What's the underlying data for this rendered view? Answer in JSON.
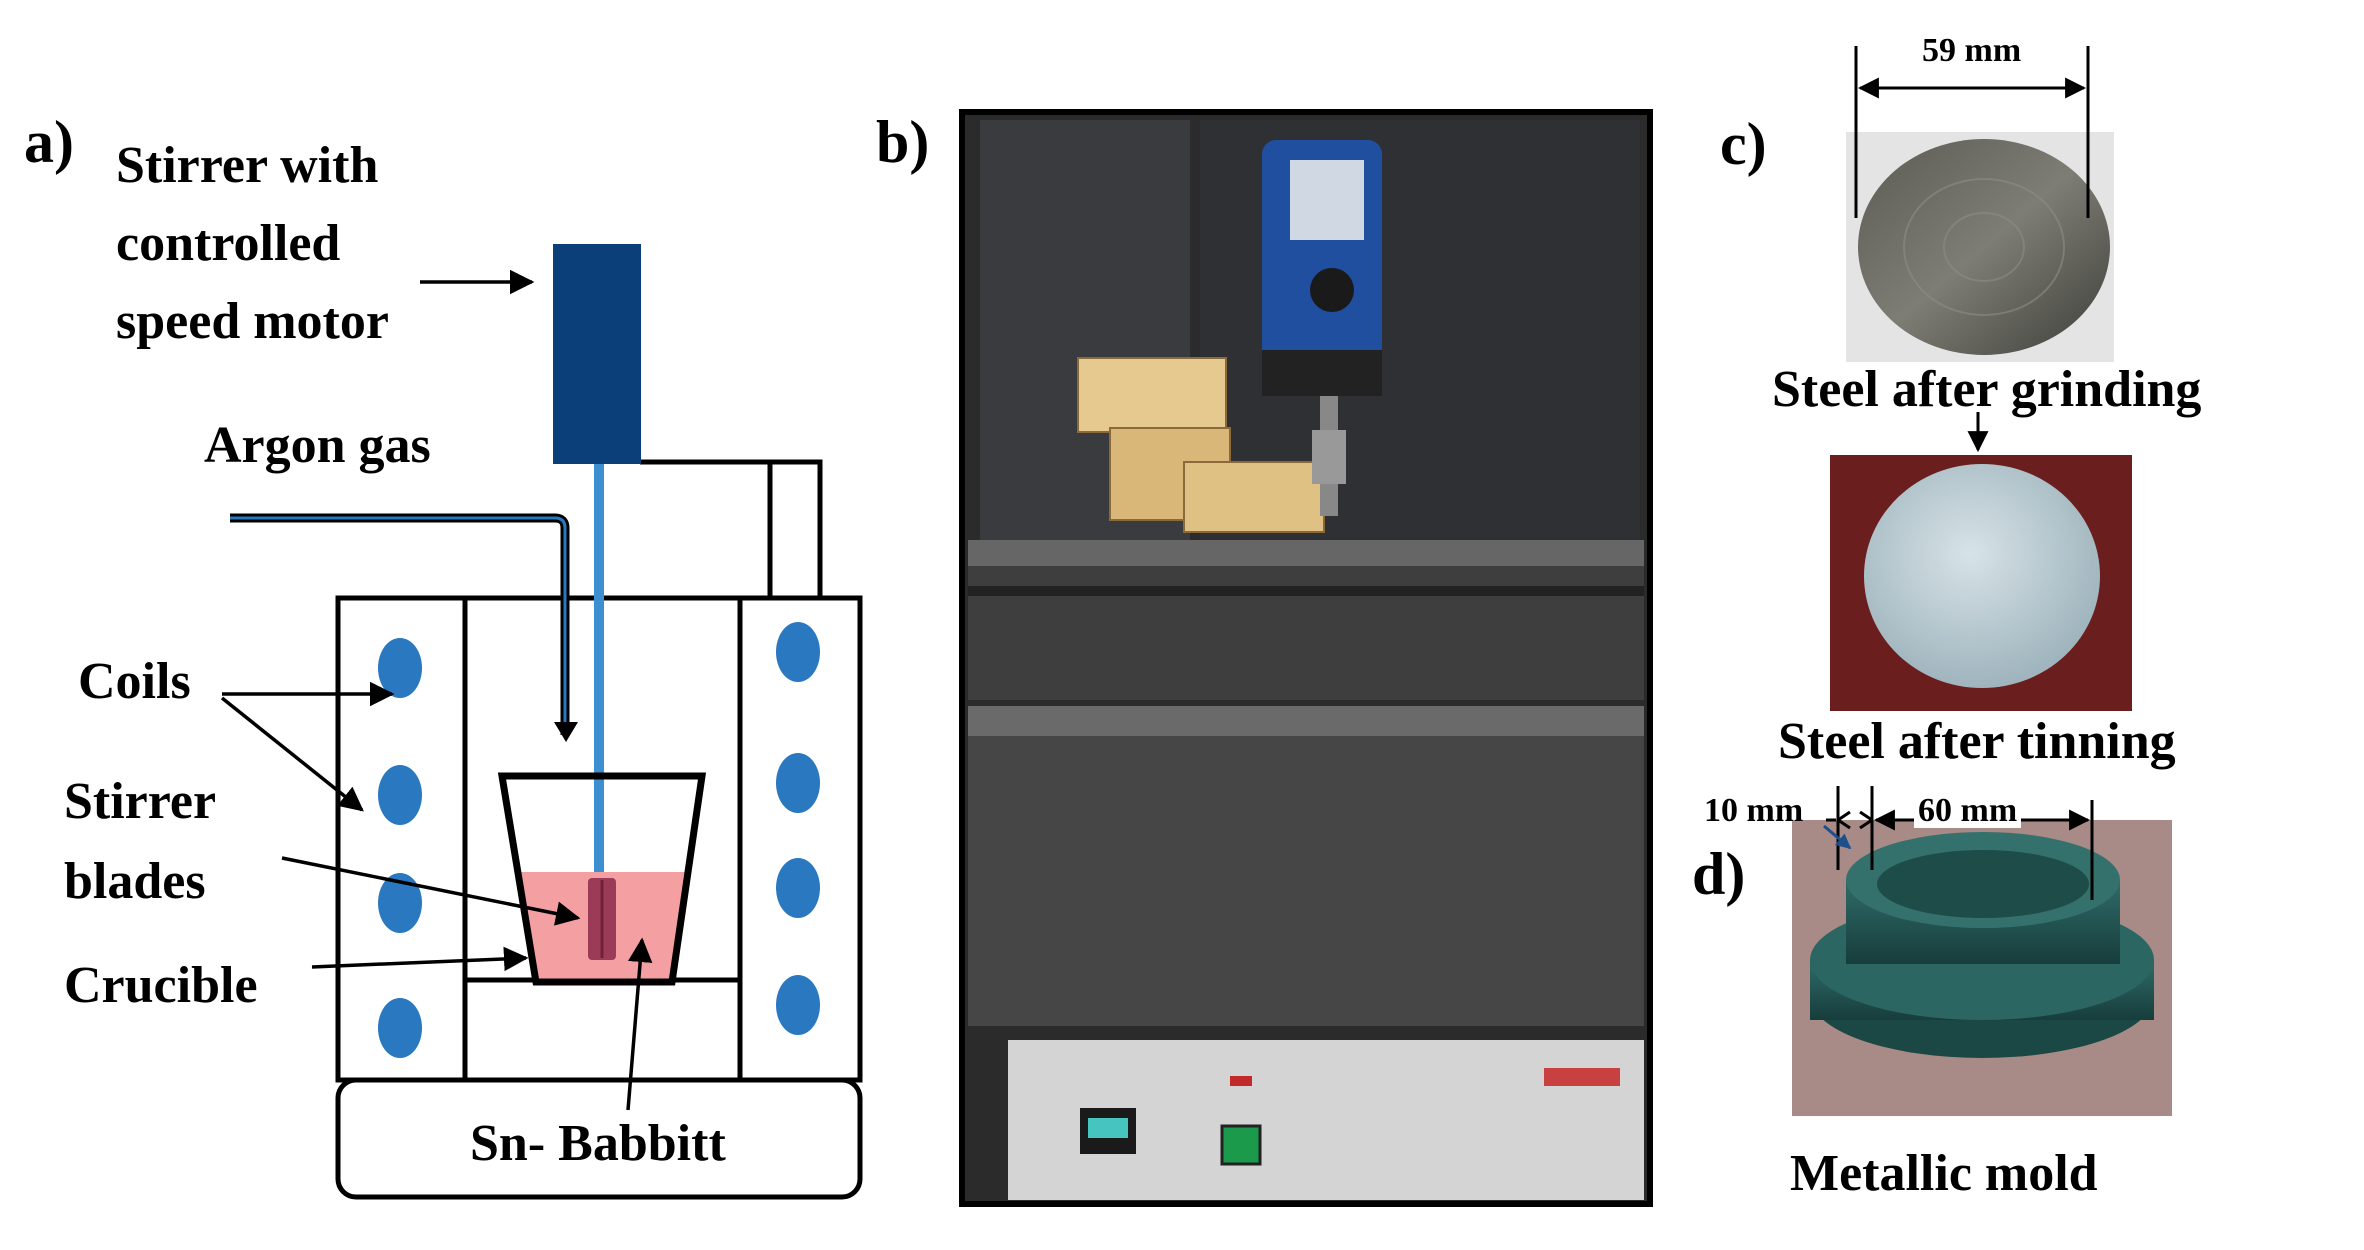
{
  "panels": {
    "a": {
      "letter": "a)",
      "labels": {
        "stirrer_line1": "Stirrer with",
        "stirrer_line2": "controlled",
        "stirrer_line3": "speed motor",
        "argon": "Argon gas",
        "coils": "Coils",
        "blades_line1": "Stirrer",
        "blades_line2": "blades",
        "crucible": "Crucible",
        "babbitt": "Sn- Babbitt"
      },
      "colors": {
        "motor": "#0a3f7a",
        "shaft": "#3c8fd0",
        "coil": "#2a78c0",
        "melt": "#f4a0a3",
        "blades": "#9c3b57",
        "outline": "#000000"
      }
    },
    "b": {
      "letter": "b)",
      "description_icon": "furnace-photo"
    },
    "c": {
      "letter": "c)",
      "dimension": "59 mm",
      "caption_grinding": "Steel after  grinding",
      "caption_tinning": "Steel after  tinning"
    },
    "d": {
      "letter": "d)",
      "dim_left": "10 mm",
      "dim_right": "60 mm",
      "caption": "Metallic mold"
    }
  }
}
